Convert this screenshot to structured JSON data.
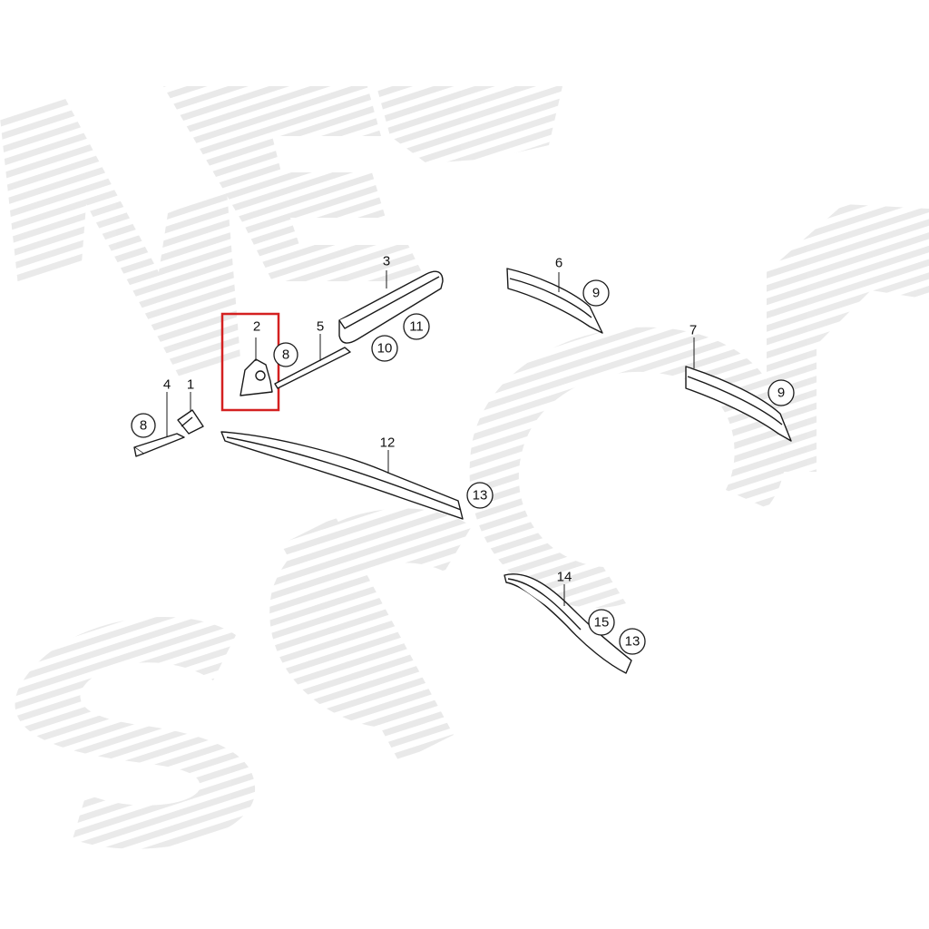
{
  "watermark": {
    "text": "NEW SIGN"
  },
  "highlight": {
    "part": "2",
    "color": "#d42020"
  },
  "colors": {
    "line": "#1a1a1a",
    "watermark_stripe": "#e6e6e6"
  },
  "labels": {
    "p1": "1",
    "p2": "2",
    "p3": "3",
    "p4": "4",
    "p5": "5",
    "p6": "6",
    "p7": "7",
    "p12": "12",
    "p14": "14"
  },
  "callouts": {
    "c8a": "8",
    "c8b": "8",
    "c9a": "9",
    "c9b": "9",
    "c10": "10",
    "c11": "11",
    "c13a": "13",
    "c13b": "13",
    "c15": "15"
  }
}
